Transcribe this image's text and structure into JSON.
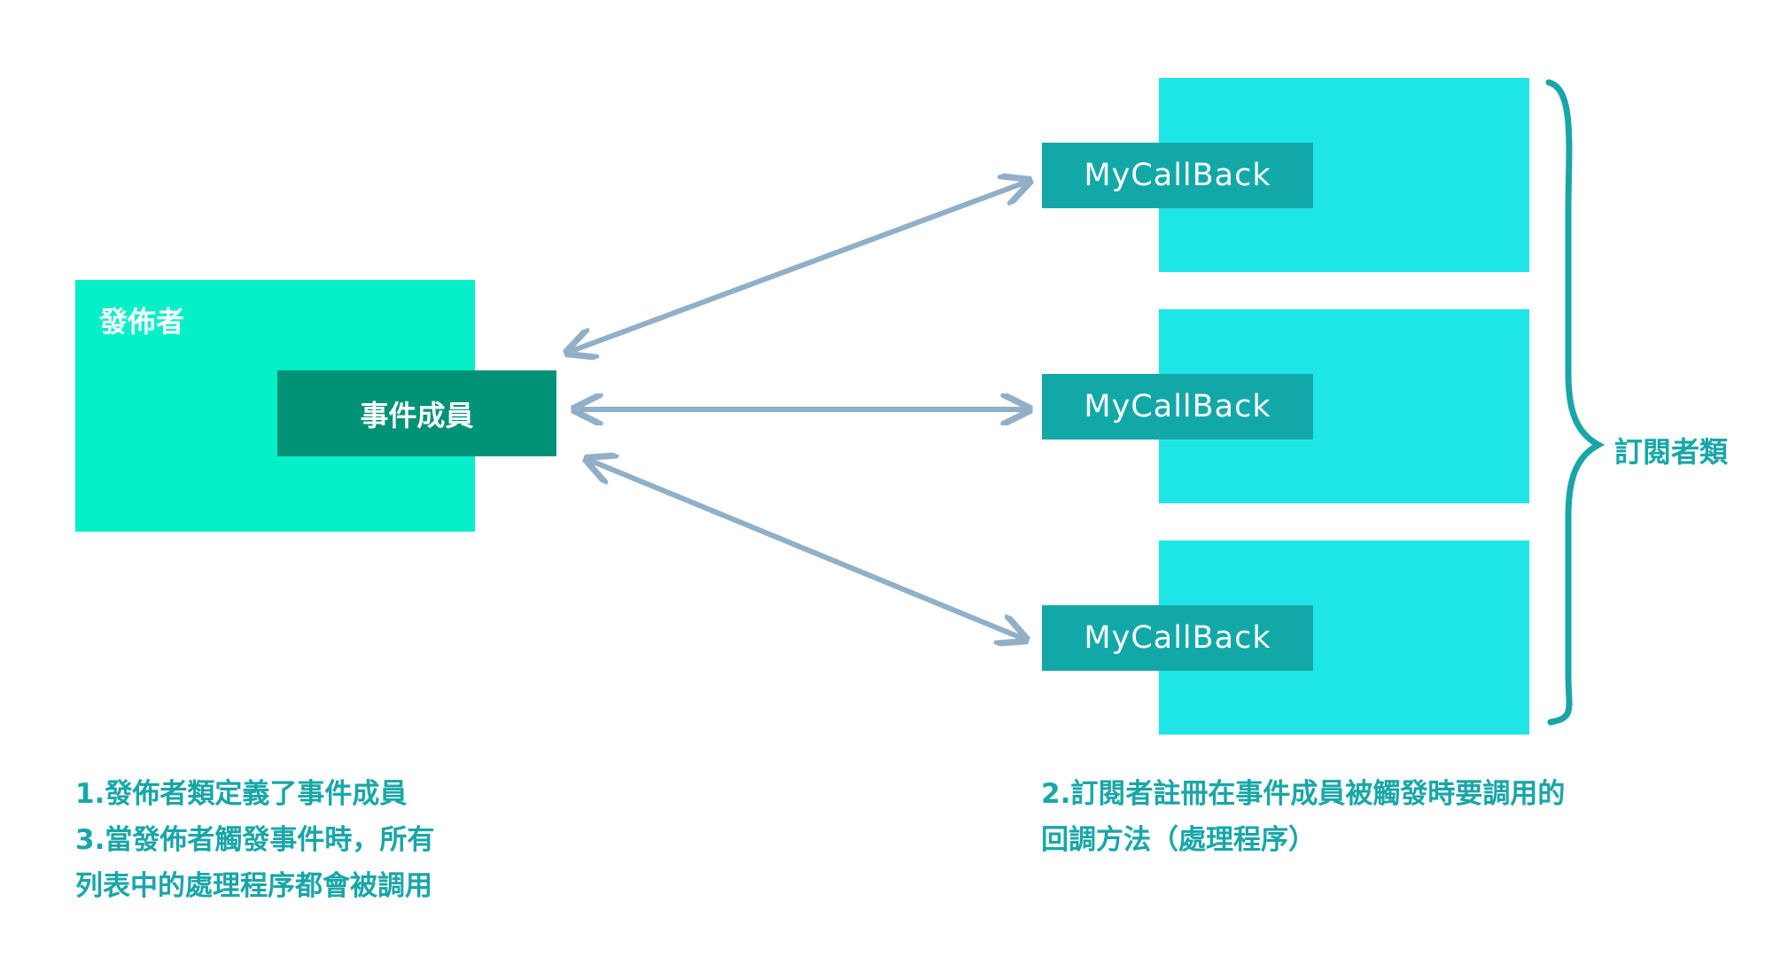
{
  "publisher": {
    "label": "發佈者",
    "event_member": "事件成員"
  },
  "subscribers": {
    "callbacks": [
      "MyCallBack",
      "MyCallBack",
      "MyCallBack"
    ],
    "label": "訂閱者類"
  },
  "notes": {
    "left": [
      "1.發佈者類定義了事件成員",
      "3.當發佈者觸發事件時，所有",
      "列表中的處理程序都會被調用"
    ],
    "right": [
      "2.訂閱者註冊在事件成員被觸發時要調用的",
      "回調方法（處理程序）"
    ]
  },
  "colors": {
    "publisher": "#05efc9",
    "event_member": "#009277",
    "subscriber": "#1fe6e6",
    "callback": "#13a8a8",
    "arrow": "#92afc8",
    "brace": "#18a6a8",
    "text": "#18a6a8"
  }
}
